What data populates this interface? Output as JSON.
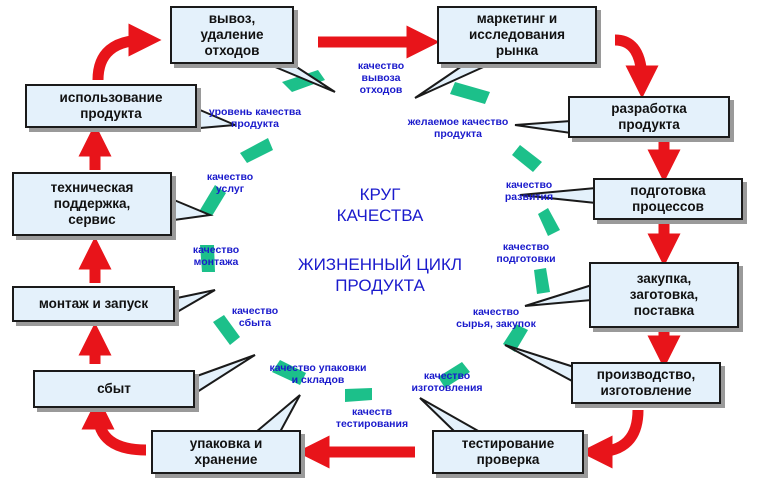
{
  "center": {
    "title": "КРУГ\nКАЧЕСТВА",
    "subtitle": "ЖИЗНЕННЫЙ ЦИКЛ\nПРОДУКТА"
  },
  "stages": [
    "вывоз,\nудаление\nотходов",
    "маркетинг и\nисследования\nрынка",
    "разработка\nпродукта",
    "подготовка\nпроцессов",
    "закупка,\nзаготовка,\nпоставка",
    "производство,\nизготовление",
    "тестирование\nпроверка",
    "упаковка и\nхранение",
    "сбыт",
    "монтаж и запуск",
    "техническая\nподдержка,\nсервис",
    "использование\nпродукта"
  ],
  "qualities": [
    "качество\nвывоза\nотходов",
    "желаемое качество\nпродукта",
    "качество\nразвития",
    "качество\nподготовки",
    "качество\nсырья, закупок",
    "качество\nизготовления",
    "качеств\nтестирования",
    "качество упаковки\nи складов",
    "качество\nсбыта",
    "качество\nмонтажа",
    "качество\nуслуг",
    "уровень качества\nпродукта"
  ],
  "colors": {
    "box_fill": "#e4f1fb",
    "box_border": "#1a1a1a",
    "arrow": "#e8141a",
    "ring": "#1cc08a",
    "label": "#1a1acc"
  }
}
